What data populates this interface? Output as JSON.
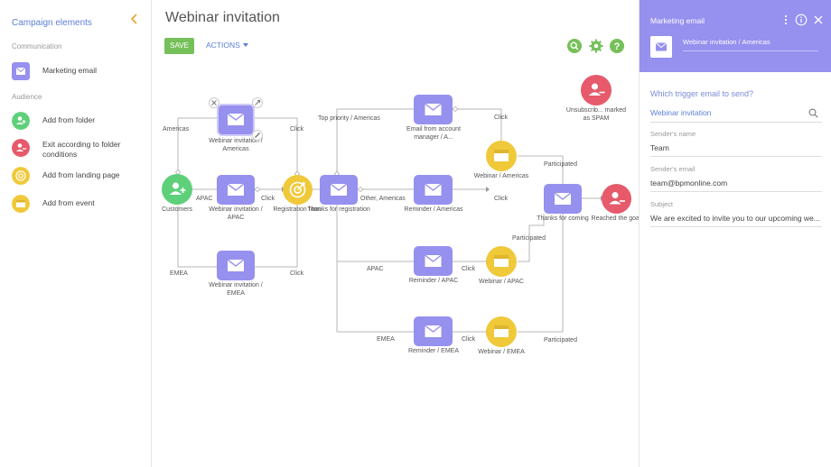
{
  "sidebar": {
    "title": "Campaign elements",
    "sections": [
      {
        "label": "Communication",
        "items": [
          {
            "label": "Marketing email",
            "icon": "email-icon",
            "color": "#9690ee"
          }
        ]
      },
      {
        "label": "Audience",
        "items": [
          {
            "label": "Add from folder",
            "icon": "add-user-icon",
            "color": "#5fd07a"
          },
          {
            "label": "Exit according to folder conditions",
            "icon": "exit-user-icon",
            "color": "#e65a6b"
          },
          {
            "label": "Add from landing page",
            "icon": "target-icon",
            "color": "#f0c93a"
          },
          {
            "label": "Add from event",
            "icon": "calendar-icon",
            "color": "#f0c93a"
          }
        ]
      }
    ]
  },
  "header": {
    "title": "Webinar invitation",
    "save_label": "SAVE",
    "actions_label": "ACTIONS"
  },
  "toolbar_icons": [
    "search-icon",
    "gear-icon",
    "help-icon"
  ],
  "colors": {
    "email": "#9690ee",
    "audience": "#5fd07a",
    "event": "#f0c93a",
    "exit": "#e65a6b",
    "accent": "#5b7fd6",
    "save": "#76c05a"
  },
  "flow": {
    "nodes": {
      "customers": "Customers",
      "inv_americas": "Webinar invitation / Americas",
      "inv_apac": "Webinar invitation / APAC",
      "inv_emea": "Webinar invitation / EMEA",
      "registration": "Registration form",
      "thanks_reg": "Thanks for registration",
      "email_am": "Email from account manager / A...",
      "rem_americas": "Reminder / Americas",
      "rem_apac": "Reminder / APAC",
      "rem_emea": "Reminder / EMEA",
      "web_americas": "Webinar / Americas",
      "web_apac": "Webinar / APAC",
      "web_emea": "Webinar / EMEA",
      "thanks_coming": "Thanks for coming",
      "goal": "Reached the goal",
      "spam": "Unsubscrib... marked as SPAM"
    },
    "edges": {
      "americas": "Americas",
      "apac": "APAC",
      "emea": "EMEA",
      "click1": "Click",
      "click2": "Click",
      "click3": "Click",
      "top_priority": "Top priority / Americas",
      "other": "Other, Americas",
      "click_am": "Click",
      "click_rem_am": "Click",
      "apac2": "APAC",
      "emea2": "EMEA",
      "click_apac": "Click",
      "click_emea": "Click",
      "participated1": "Participated",
      "participated2": "Participated",
      "participated3": "Participated"
    }
  },
  "panel": {
    "type": "Marketing email",
    "name": "Webinar invitation / Americas",
    "question": "Which trigger email to send?",
    "trigger_value": "Webinar invitation",
    "sender_name_label": "Sender's name",
    "sender_name": "Team",
    "sender_email_label": "Sender's email",
    "sender_email": "team@bpmonline.com",
    "subject_label": "Subject",
    "subject": "We are excited to invite you to our upcoming we..."
  }
}
